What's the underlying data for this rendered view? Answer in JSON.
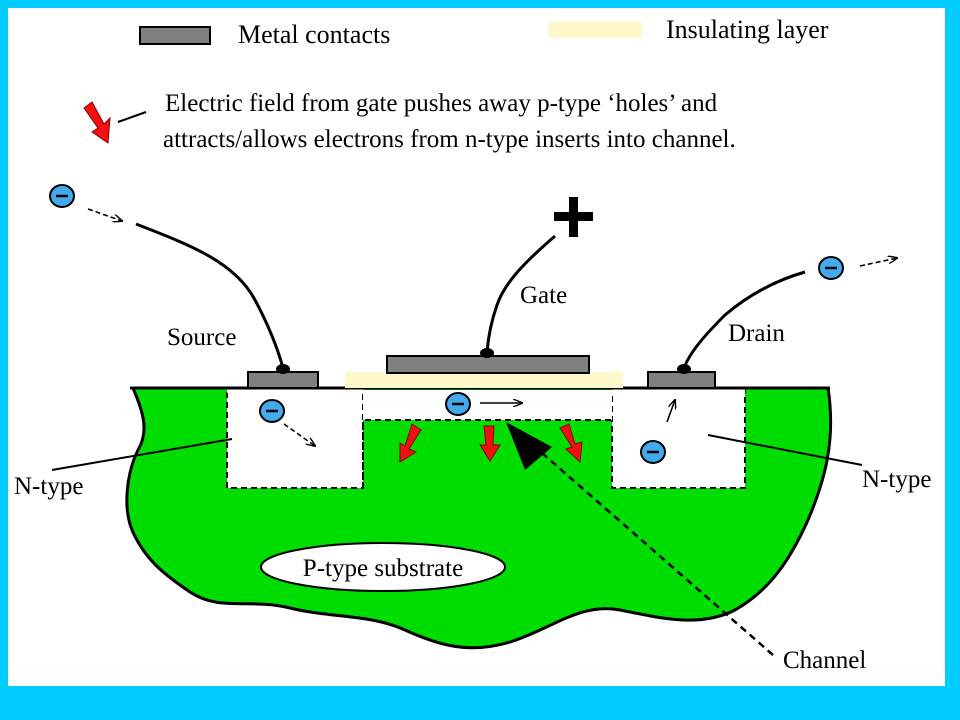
{
  "legend": {
    "metal_contacts": "Metal contacts",
    "insulating_layer": "Insulating layer",
    "field_line1": "Electric field from gate pushes away p-type ‘holes’ and",
    "field_line2": "attracts/allows electrons from n-type inserts into channel."
  },
  "labels": {
    "gate": "Gate",
    "source": "Source",
    "drain": "Drain",
    "n_type_left": "N-type",
    "n_type_right": "N-type",
    "substrate": "P-type substrate",
    "channel": "Channel"
  },
  "colors": {
    "border": "#00ccff",
    "substrate": "#00dd00",
    "metal": "#808080",
    "insulator": "#fff8cc",
    "field_arrow": "#ee1111",
    "electron": "#44aaee"
  },
  "icons": {
    "plus": "plus-icon",
    "electron": "electron-icon",
    "field": "field-arrow-icon"
  }
}
